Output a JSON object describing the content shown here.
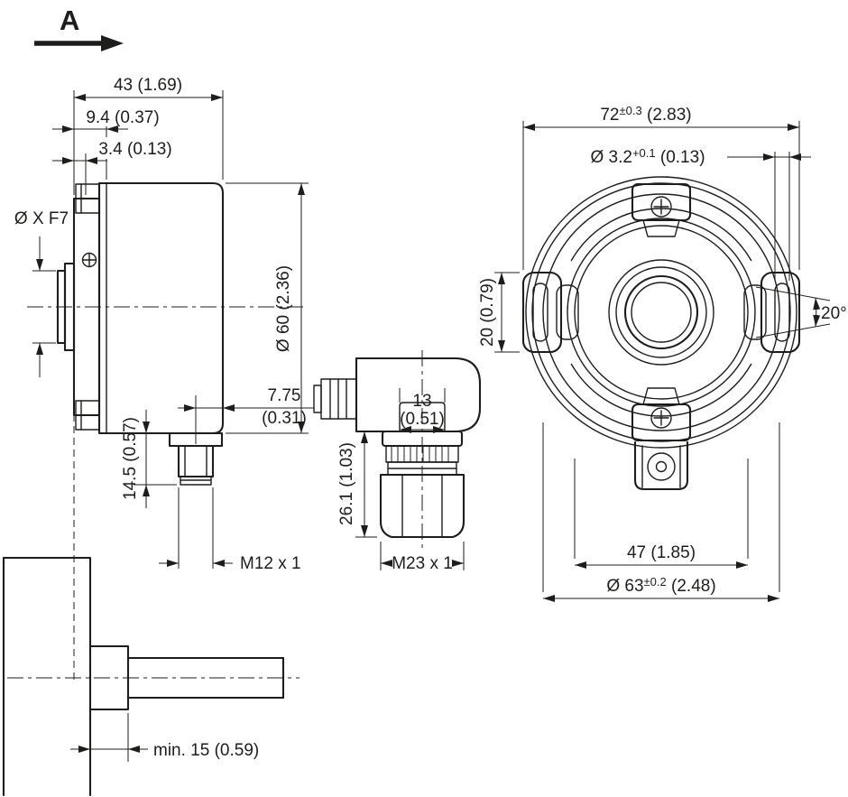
{
  "colors": {
    "line": "#1d1d1b",
    "background": "#ffffff"
  },
  "view_arrow": {
    "label": "A"
  },
  "side_view": {
    "dim_depth": "43 (1.69)",
    "dim_flange_offset": "9.4 (0.37)",
    "dim_face": "3.4 (0.13)",
    "dim_shaft": "Ø X F7",
    "dim_body_dia": "Ø 60 (2.36)",
    "dim_conn_offset_mm": "7.75",
    "dim_conn_offset_in": "(0.31)",
    "dim_conn_height": "14.5 (0.57)",
    "dim_conn_thread": "M12 x 1",
    "dim_insertion": "min. 15 (0.59)"
  },
  "connector_view": {
    "dim_width_mm": "13",
    "dim_width_in": "(0.51)",
    "dim_height": "26.1 (1.03)",
    "dim_thread": "M23 x 1"
  },
  "front_view": {
    "dim_overall": {
      "value": "72",
      "tolerance": "±0.3",
      "inches": " (2.83)"
    },
    "dim_hole": {
      "value": "Ø 3.2",
      "tolerance": "+0.1",
      "inches": " (0.13)"
    },
    "dim_slot_height": "20 (0.79)",
    "dim_slot_angle": "20°",
    "dim_screw_distance": "47 (1.85)",
    "dim_ring_dia": {
      "value": "Ø 63",
      "tolerance": "±0.2",
      "inches": " (2.48)"
    }
  }
}
